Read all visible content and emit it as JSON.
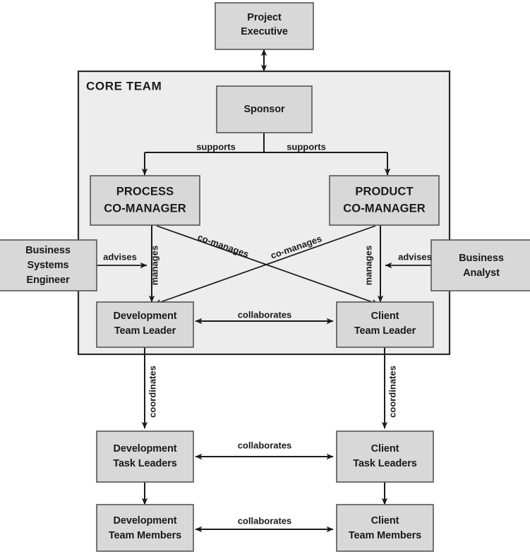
{
  "diagram": {
    "title": "Core Team Project Organization Chart",
    "colors": {
      "box_fill": "#d8d8d8",
      "box_stroke": "#555555",
      "panel_fill": "#ededed",
      "panel_stroke": "#2b2b2b",
      "line": "#1a1a1a",
      "text": "#1a1a1a",
      "page_background": "#ffffff"
    },
    "panel": {
      "label": "CORE TEAM"
    },
    "nodes": {
      "project_executive": {
        "line1": "Project",
        "line2": "Executive"
      },
      "sponsor": {
        "line1": "Sponsor",
        "line2": ""
      },
      "process_co_manager": {
        "line1": "PROCESS",
        "line2": "CO-MANAGER"
      },
      "product_co_manager": {
        "line1": "PRODUCT",
        "line2": "CO-MANAGER"
      },
      "business_systems_engineer": {
        "line1": "Business",
        "line2": "Systems",
        "line3": "Engineer"
      },
      "business_analyst": {
        "line1": "Business",
        "line2": "Analyst",
        "line3": ""
      },
      "development_team_leader": {
        "line1": "Development",
        "line2": "Team Leader"
      },
      "client_team_leader": {
        "line1": "Client",
        "line2": "Team Leader"
      },
      "development_task_leaders": {
        "line1": "Development",
        "line2": "Task Leaders"
      },
      "client_task_leaders": {
        "line1": "Client",
        "line2": "Task Leaders"
      },
      "development_team_members": {
        "line1": "Development",
        "line2": "Team Members"
      },
      "client_team_members": {
        "line1": "Client",
        "line2": "Team Members"
      }
    },
    "edge_labels": {
      "supports_left": "supports",
      "supports_right": "supports",
      "advises_left": "advises",
      "advises_right": "advises",
      "manages_left": "manages",
      "manages_right": "manages",
      "co_manages_left": "co-manages",
      "co_manages_right": "co-manages",
      "collaborates_leaders": "collaborates",
      "collaborates_task_leaders": "collaborates",
      "collaborates_team_members": "collaborates",
      "coordinates_left": "coordinates",
      "coordinates_right": "coordinates"
    }
  }
}
